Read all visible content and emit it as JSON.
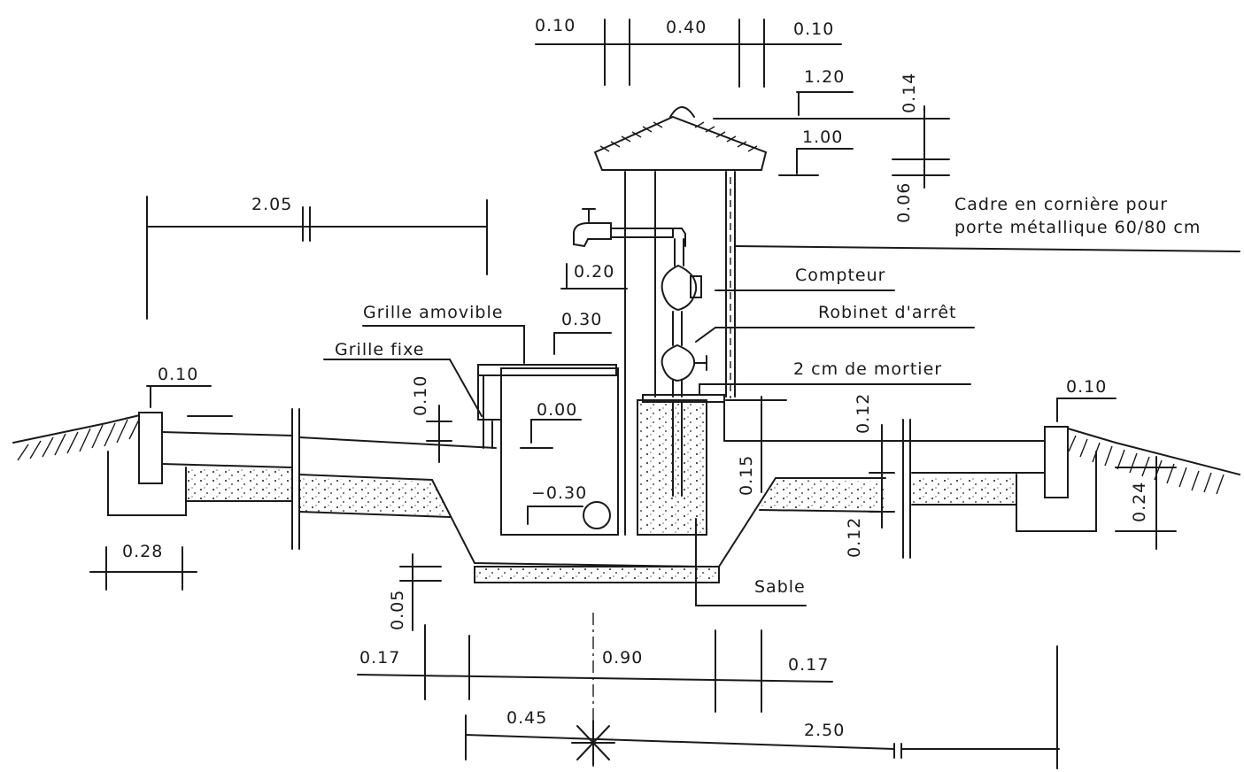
{
  "labels": {
    "grille_amovible": "Grille amovible",
    "grille_fixe": "Grille fixe",
    "compteur": "Compteur",
    "robinet_arret": "Robinet d'arrêt",
    "mortier": "2 cm de mortier",
    "cadre_line1": "Cadre en cornière pour",
    "cadre_line2": "porte métallique 60/80 cm",
    "sable": "Sable"
  },
  "dimensions": {
    "top_left_010": "0.10",
    "top_040": "0.40",
    "top_right_010": "0.10",
    "roof_120": "1.20",
    "roof_100": "1.00",
    "roof_014": "0.14",
    "roof_006": "0.06",
    "span_205": "2.05",
    "tap_020": "0.20",
    "grate_030": "0.30",
    "grate_010": "0.10",
    "level_000": "0.00",
    "level_m030": "−0.30",
    "left_post_010": "0.10",
    "left_base_028": "0.28",
    "right_post_010": "0.10",
    "right_012_top": "0.12",
    "right_012_bottom": "0.12",
    "right_015": "0.15",
    "right_024": "0.24",
    "bottom_005": "0.05",
    "bottom_017_left": "0.17",
    "bottom_090": "0.90",
    "bottom_017_right": "0.17",
    "bottom_045": "0.45",
    "bottom_250": "2.50"
  }
}
